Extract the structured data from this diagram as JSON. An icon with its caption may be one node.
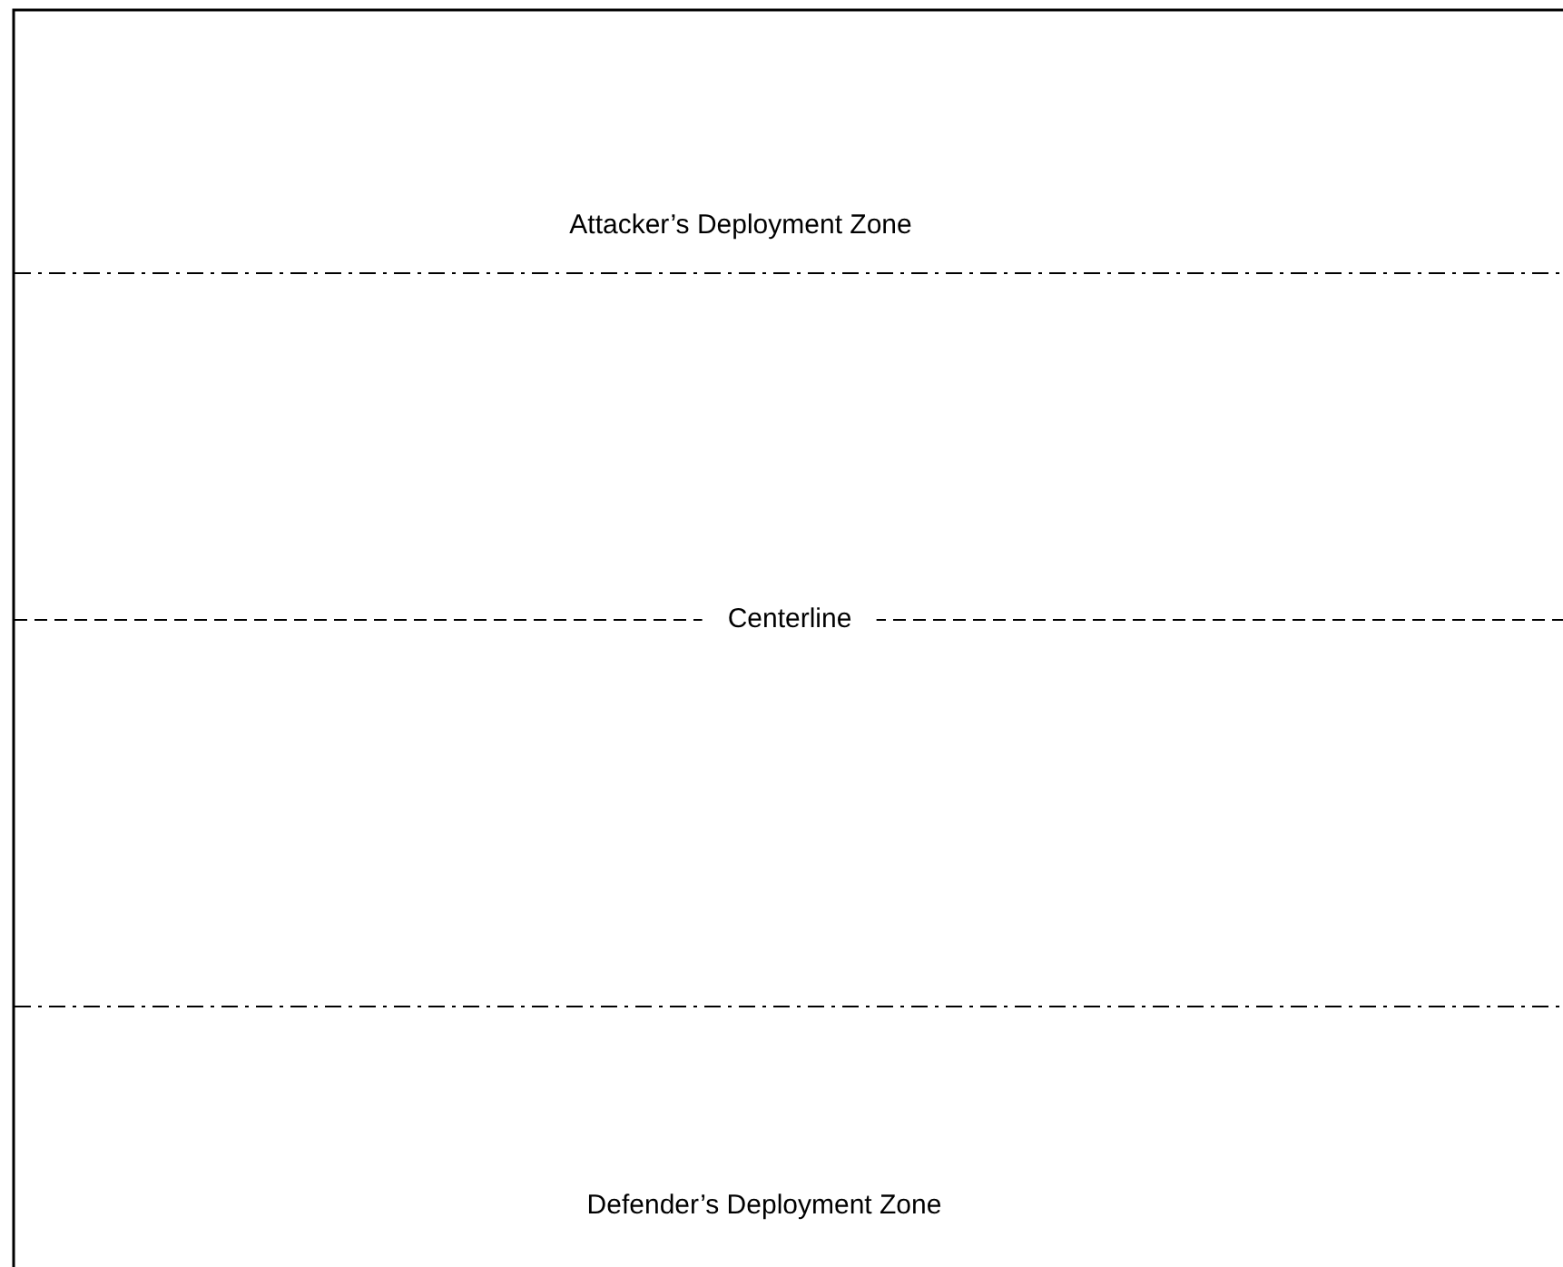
{
  "diagram": {
    "labels": [
      "Attacker’s Deployment Zone",
      "Centerline",
      "Defender’s Deployment Zone"
    ]
  }
}
